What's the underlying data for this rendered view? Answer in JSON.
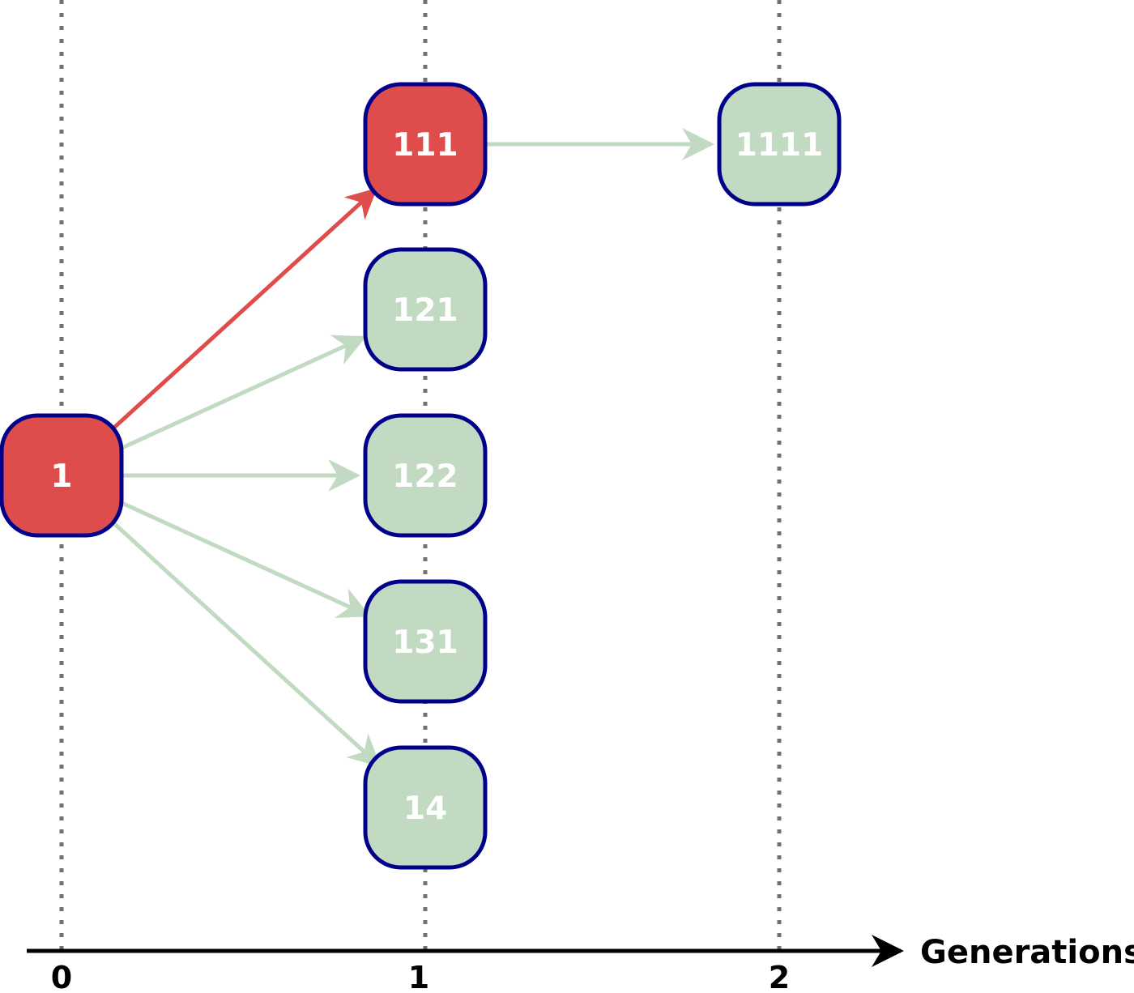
{
  "colors": {
    "highlight_fill": "#df4c4c",
    "normal_fill": "#c2d9c2",
    "node_border": "#00008b",
    "highlight_edge": "#df4c4c",
    "normal_edge": "#c2d9c2",
    "gridline": "#707070",
    "axis": "#000000"
  },
  "axis": {
    "title": "Generations",
    "ticks": [
      "0",
      "1",
      "2"
    ]
  },
  "nodes": [
    {
      "id": "n1",
      "label": "1",
      "generation": 0,
      "highlighted": true
    },
    {
      "id": "n111",
      "label": "111",
      "generation": 1,
      "highlighted": true
    },
    {
      "id": "n121",
      "label": "121",
      "generation": 1,
      "highlighted": false
    },
    {
      "id": "n122",
      "label": "122",
      "generation": 1,
      "highlighted": false
    },
    {
      "id": "n131",
      "label": "131",
      "generation": 1,
      "highlighted": false
    },
    {
      "id": "n14",
      "label": "14",
      "generation": 1,
      "highlighted": false
    },
    {
      "id": "n1111",
      "label": "1111",
      "generation": 2,
      "highlighted": false
    }
  ],
  "edges": [
    {
      "from": "n1",
      "to": "n111",
      "highlighted": true
    },
    {
      "from": "n1",
      "to": "n121",
      "highlighted": false
    },
    {
      "from": "n1",
      "to": "n122",
      "highlighted": false
    },
    {
      "from": "n1",
      "to": "n131",
      "highlighted": false
    },
    {
      "from": "n1",
      "to": "n14",
      "highlighted": false
    },
    {
      "from": "n111",
      "to": "n1111",
      "highlighted": false
    }
  ]
}
